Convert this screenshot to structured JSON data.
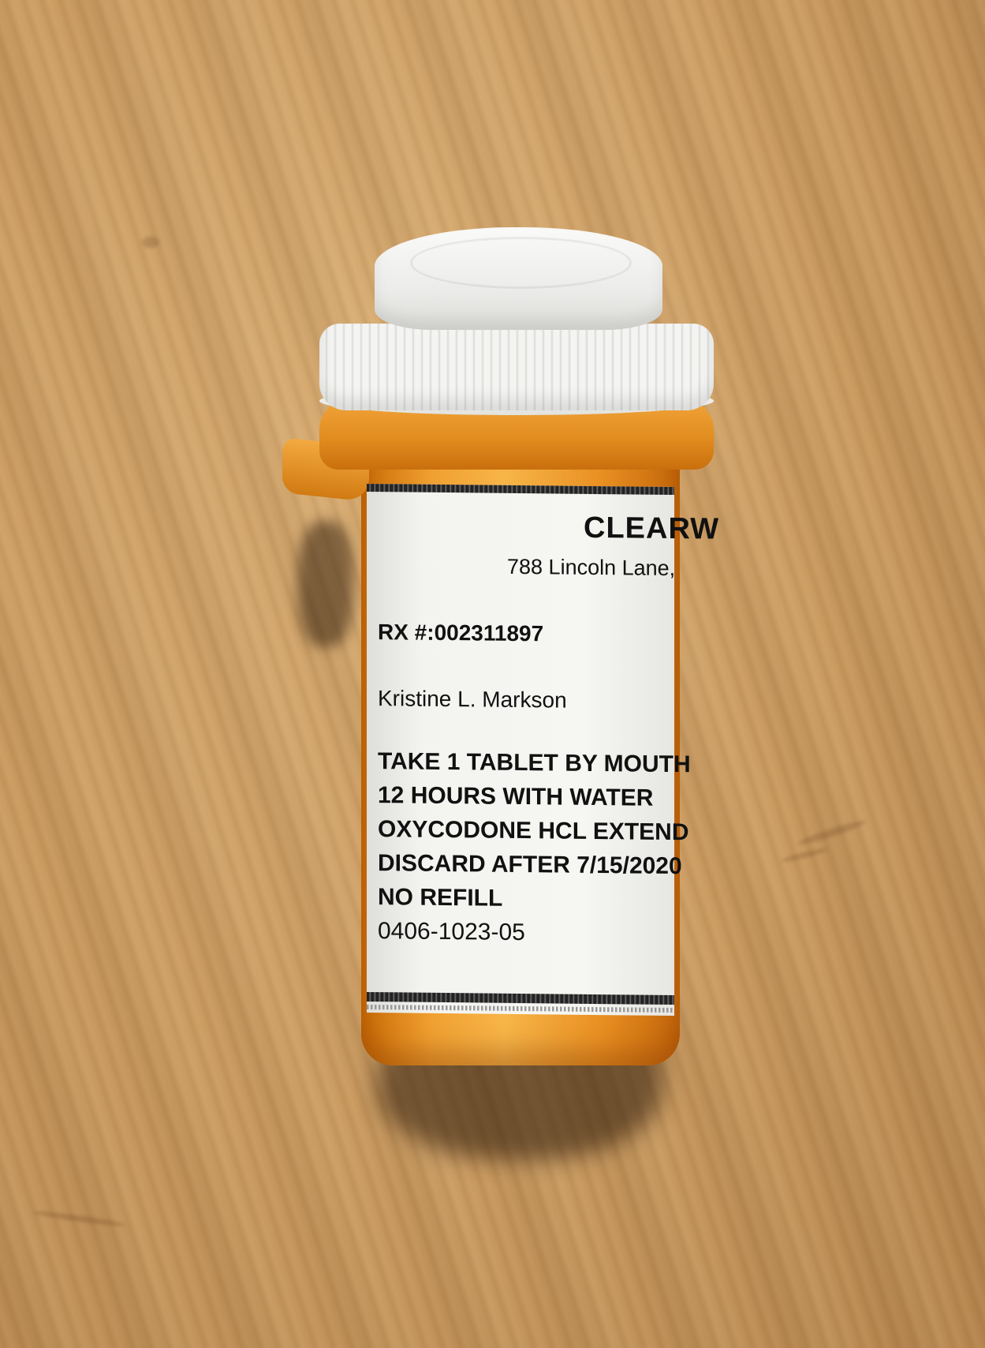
{
  "label": {
    "pharmacy_name": "CLEARW",
    "pharmacy_address": "788 Lincoln Lane,",
    "rx_number": "RX #:002311897",
    "patient_name": "Kristine L. Markson",
    "instructions": [
      "TAKE 1 TABLET BY MOUTH",
      "12 HOURS WITH WATER",
      "OXYCODONE HCL EXTEND",
      "DISCARD AFTER 7/15/2020",
      "NO REFILL",
      "0406-1023-05"
    ]
  },
  "colors": {
    "wood": "#c99a60",
    "bottle_amber": "#f0a030",
    "cap_white": "#f4f4f2",
    "label_paper": "#f3f3f0",
    "print_black": "#111111"
  }
}
